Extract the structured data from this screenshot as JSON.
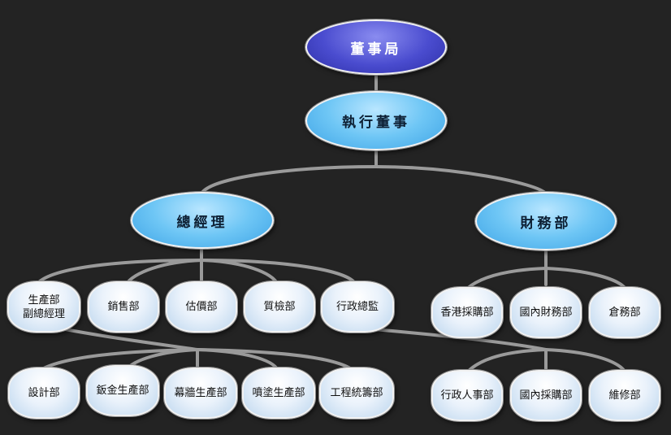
{
  "colors": {
    "background": "#232323",
    "connector": "#9a9a9a",
    "top_node": "#4a4ccf",
    "upper_nodes": "#6ec6f5",
    "lower_nodes": "#dce9f7"
  },
  "nodes": {
    "board": "董事局",
    "executive_director": "執行董事",
    "general_manager": "總經理",
    "finance_department": "財務部",
    "production_deputy_gm": "生產部\n副總經理",
    "sales": "銷售部",
    "estimating": "估價部",
    "quality_inspection": "質檢部",
    "administration_director": "行政總監",
    "hk_procurement": "香港採購部",
    "domestic_finance": "國內財務部",
    "warehouse": "倉務部",
    "design": "設計部",
    "sheet_metal_production": "鈑金生產部",
    "curtain_wall_production": "幕牆生產部",
    "spray_painting_production": "噴塗生產部",
    "engineering_coordination": "工程統籌部",
    "admin_hr": "行政人事部",
    "domestic_procurement": "國內採購部",
    "maintenance": "維修部"
  }
}
